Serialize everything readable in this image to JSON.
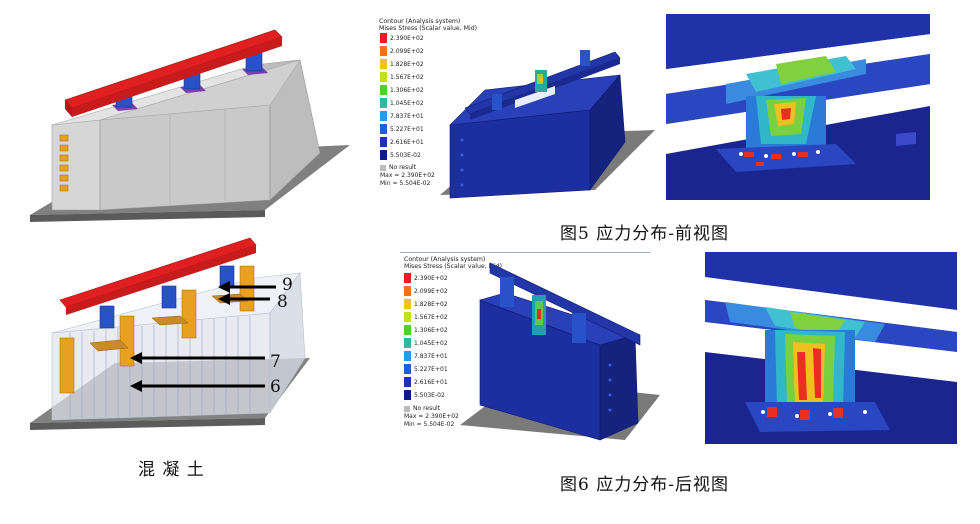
{
  "captions": {
    "concrete": "混 凝 土",
    "fig5": "图5 应力分布-前视图",
    "fig6": "图6 应力分布-后视图"
  },
  "callouts": [
    "9",
    "8",
    "7",
    "6"
  ],
  "legend_fig5": {
    "title_lines": [
      "Contour (Analysis system)",
      "Mises Stress (Scalar value, Mid)"
    ],
    "values": [
      "2.390E+02",
      "2.099E+02",
      "1.828E+02",
      "1.567E+02",
      "1.306E+02",
      "1.045E+02",
      "7.837E+01",
      "5.227E+01",
      "2.616E+01",
      "5.503E-02"
    ],
    "no_result": "No result",
    "max": "Max = 2.390E+02",
    "min": "Min = 5.504E-02"
  },
  "legend_fig6": {
    "title_lines": [
      "Contour (Analysis system)",
      "Mises Stress (Scalar value, Mid)"
    ],
    "values": [
      "2.390E+02",
      "2.099E+02",
      "1.828E+02",
      "1.567E+02",
      "1.306E+02",
      "1.045E+02",
      "7.837E+01",
      "5.227E+01",
      "2.616E+01",
      "5.503E-02"
    ],
    "no_result": "No result",
    "max": "Max = 2.390E+02",
    "min": "Min = 5.504E-02"
  },
  "colors": {
    "rail": "#e02020",
    "post": "#2a52c8",
    "concrete": "#cfcfcf",
    "ground": "#7a7a7a",
    "anchor": "#e8a020",
    "fe_blue": "#1a2a90"
  }
}
